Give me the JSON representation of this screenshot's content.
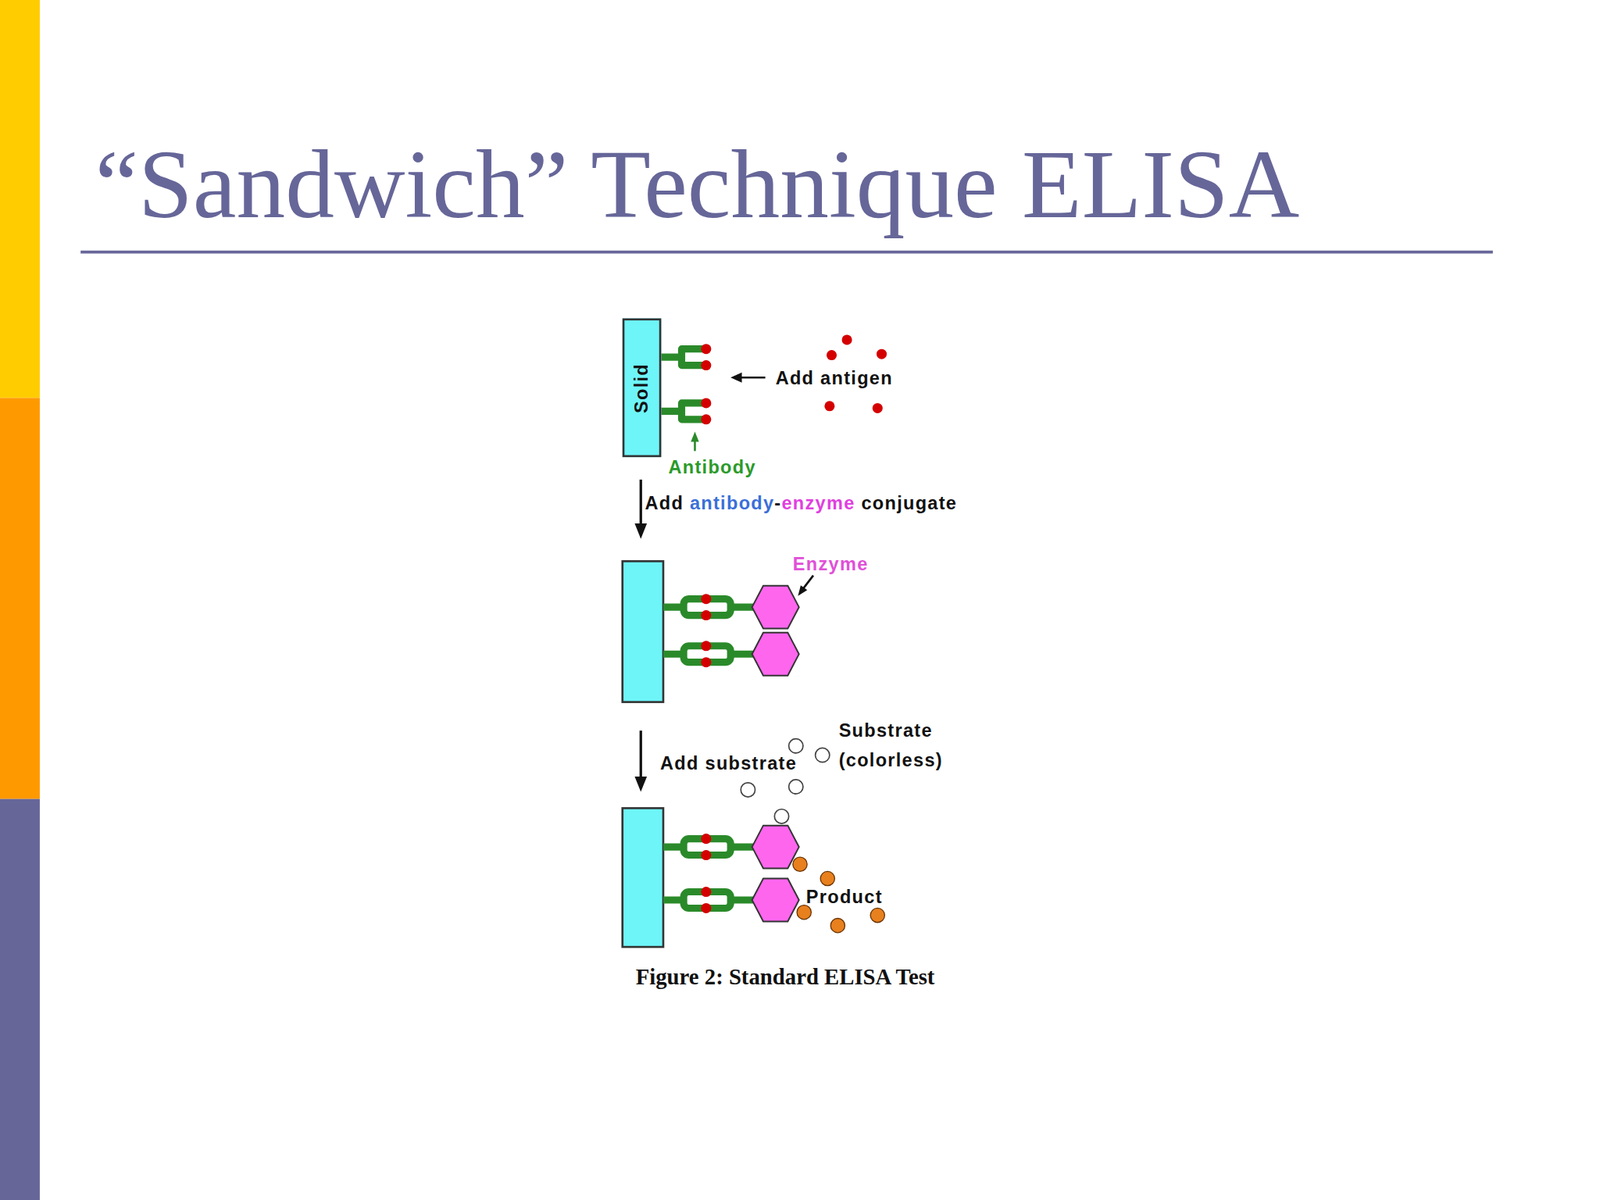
{
  "diagram": {
    "title": "“Sandwich” Technique ELISA",
    "caption": "Figure 2: Standard ELISA Test",
    "nodes": [
      {
        "text": [
          "Solid"
        ]
      }
    ],
    "labels": [
      "Add antigen",
      "Antibody",
      "Add antibody-enzyme conjugate",
      "Enzyme",
      "Add substrate",
      "Substrate (colorless)",
      "Product"
    ]
  }
}
